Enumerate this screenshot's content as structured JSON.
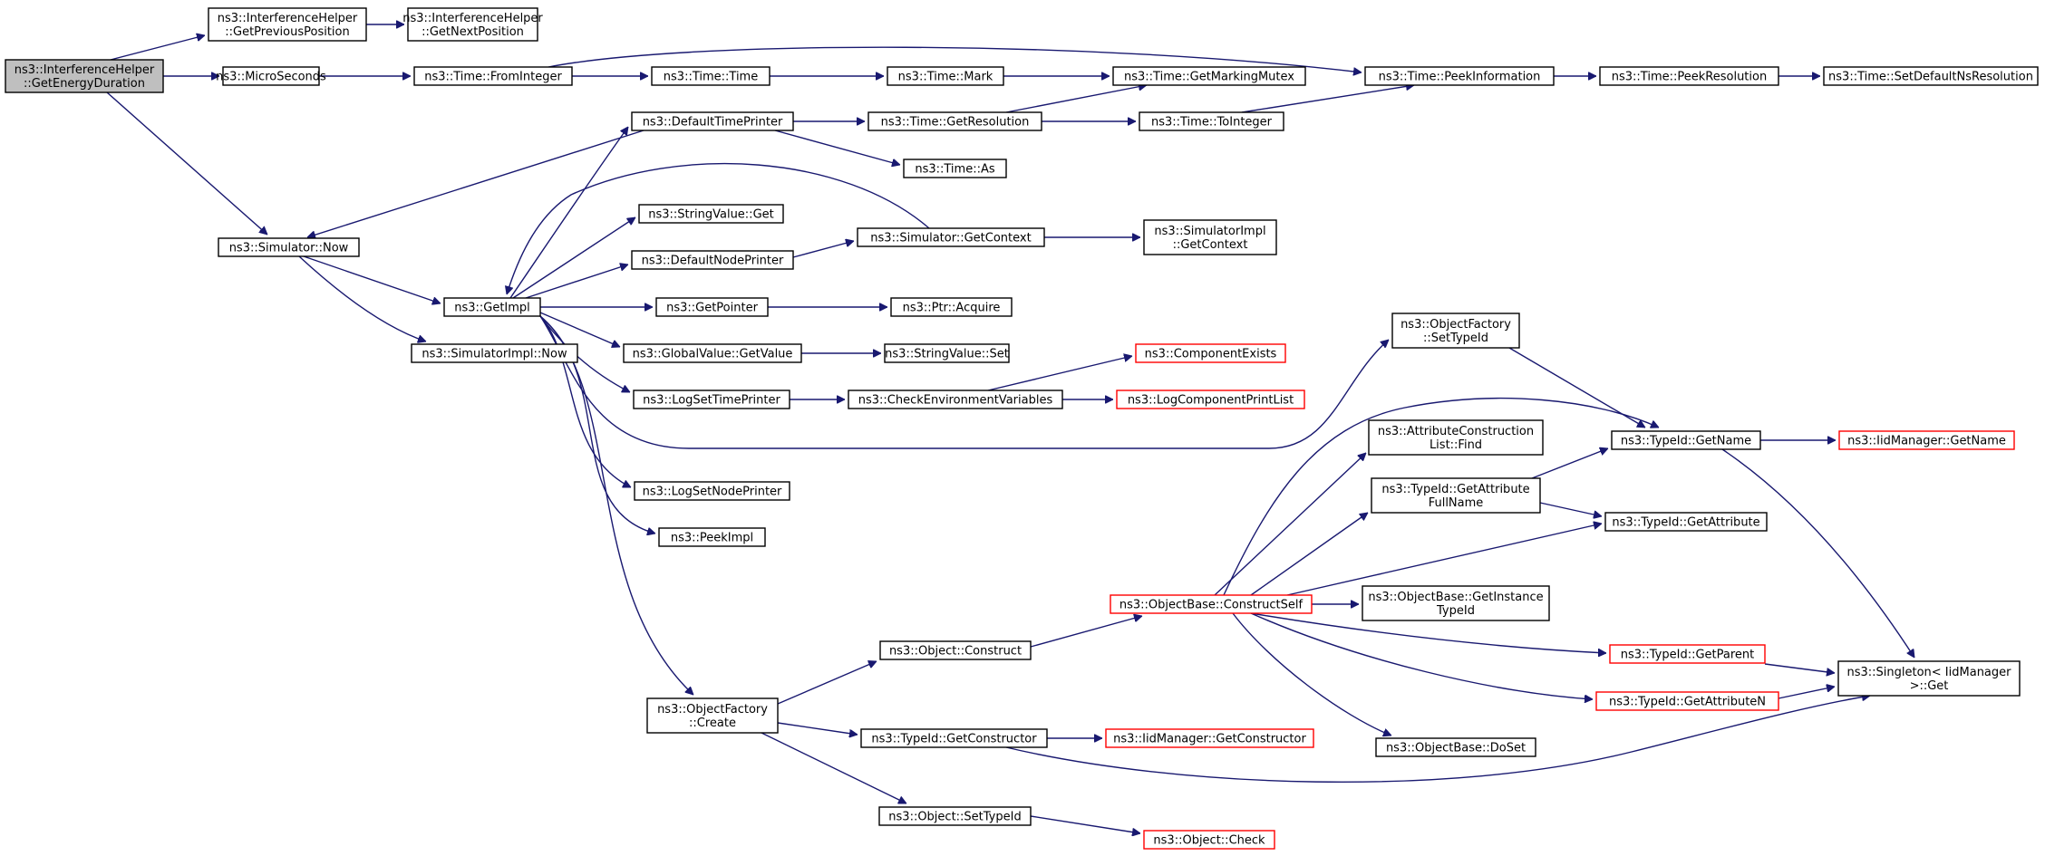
{
  "colors": {
    "edge": "#191970",
    "root_fill": "#bfbfbf",
    "node_border": "#000000",
    "truncated_border": "#ff0000"
  },
  "nodes": {
    "root": [
      "ns3::InterferenceHelper",
      "::GetEnergyDuration"
    ],
    "getprev": [
      "ns3::InterferenceHelper",
      "::GetPreviousPosition"
    ],
    "getnext": [
      "ns3::InterferenceHelper",
      "::GetNextPosition"
    ],
    "micro": [
      "ns3::MicroSeconds"
    ],
    "fromint": [
      "ns3::Time::FromInteger"
    ],
    "timetime": [
      "ns3::Time::Time"
    ],
    "mark": [
      "ns3::Time::Mark"
    ],
    "markmutex": [
      "ns3::Time::GetMarkingMutex"
    ],
    "peekinfo": [
      "ns3::Time::PeekInformation"
    ],
    "peekres": [
      "ns3::Time::PeekResolution"
    ],
    "setdefres": [
      "ns3::Time::SetDefaultNsResolution"
    ],
    "deftimeprinter": [
      "ns3::DefaultTimePrinter"
    ],
    "getres": [
      "ns3::Time::GetResolution"
    ],
    "toint": [
      "ns3::Time::ToInteger"
    ],
    "timeas": [
      "ns3::Time::As"
    ],
    "simnow": [
      "ns3::Simulator::Now"
    ],
    "strget": [
      "ns3::StringValue::Get"
    ],
    "simgetctx": [
      "ns3::Simulator::GetContext"
    ],
    "implgetctx": [
      "ns3::SimulatorImpl",
      "::GetContext"
    ],
    "defnodeprinter": [
      "ns3::DefaultNodePrinter"
    ],
    "getimpl": [
      "ns3::GetImpl"
    ],
    "getpointer": [
      "ns3::GetPointer"
    ],
    "ptracq": [
      "ns3::Ptr::Acquire"
    ],
    "simimplnow": [
      "ns3::SimulatorImpl::Now"
    ],
    "gvget": [
      "ns3::GlobalValue::GetValue"
    ],
    "strset": [
      "ns3::StringValue::Set"
    ],
    "compexists": [
      "ns3::ComponentExists"
    ],
    "logsettime": [
      "ns3::LogSetTimePrinter"
    ],
    "checkenv": [
      "ns3::CheckEnvironmentVariables"
    ],
    "logprintlist": [
      "ns3::LogComponentPrintList"
    ],
    "ofsettype": [
      "ns3::ObjectFactory",
      "::SetTypeId"
    ],
    "acfind": [
      "ns3::AttributeConstruction",
      "List::Find"
    ],
    "tidgetname": [
      "ns3::TypeId::GetName"
    ],
    "iidgetname": [
      "ns3::IidManager::GetName"
    ],
    "getattrfull": [
      "ns3::TypeId::GetAttribute",
      "FullName"
    ],
    "lognodeprinter": [
      "ns3::LogSetNodePrinter"
    ],
    "tidgetattr": [
      "ns3::TypeId::GetAttribute"
    ],
    "peekimpl": [
      "ns3::PeekImpl"
    ],
    "constructself": [
      "ns3::ObjectBase::ConstructSelf"
    ],
    "getinst": [
      "ns3::ObjectBase::GetInstance",
      "TypeId"
    ],
    "objconstruct": [
      "ns3::Object::Construct"
    ],
    "tidgetparent": [
      "ns3::TypeId::GetParent"
    ],
    "singleton": [
      "ns3::Singleton< IidManager",
      " >::Get"
    ],
    "ofcreate": [
      "ns3::ObjectFactory",
      "::Create"
    ],
    "tidgetattrn": [
      "ns3::TypeId::GetAttributeN"
    ],
    "tidgetctor": [
      "ns3::TypeId::GetConstructor"
    ],
    "iidgetctor": [
      "ns3::IidManager::GetConstructor"
    ],
    "dosset": [
      "ns3::ObjectBase::DoSet"
    ],
    "objsettype": [
      "ns3::Object::SetTypeId"
    ],
    "objcheck": [
      "ns3::Object::Check"
    ]
  }
}
